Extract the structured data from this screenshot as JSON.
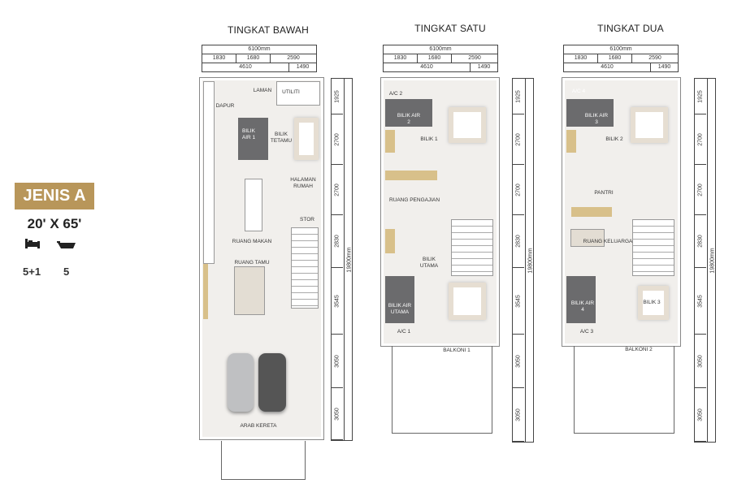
{
  "legend": {
    "type_label": "JENIS A",
    "size": "20' X 65'",
    "bedrooms": "5+1",
    "bathrooms": "5",
    "bed_icon": "bed-icon",
    "bath_icon": "bathtub-icon",
    "badge_color": "#b8965a"
  },
  "dims": {
    "total_width": "6100mm",
    "row2": [
      "1830",
      "1680",
      "2590"
    ],
    "row3": [
      "4610",
      "1490"
    ],
    "vertical": [
      "1925",
      "2700",
      "2700",
      "2830",
      "3545",
      "3050",
      "3050"
    ],
    "total_length": "19800mm"
  },
  "plans": [
    {
      "title": "TINGKAT BAWAH",
      "rooms": [
        "LAMAN",
        "UTILITI",
        "DAPUR",
        "BILIK\nAIR 1",
        "BILIK\nTETAMU",
        "HALAMAN\nRUMAH",
        "STOR",
        "RUANG MAKAN",
        "RUANG TAMU",
        "ARAB KERETA"
      ]
    },
    {
      "title": "TINGKAT SATU",
      "rooms": [
        "A/C 2",
        "BILIK AIR\n2",
        "BILIK 1",
        "RUANG PENGAJIAN",
        "BILIK\nUTAMA",
        "BILIK AIR\nUTAMA",
        "A/C 1",
        "BALKONI 1"
      ]
    },
    {
      "title": "TINGKAT DUA",
      "rooms": [
        "A/C 4",
        "BILIK AIR\n3",
        "BILIK 2",
        "PANTRI",
        "RUANG KELUARGA",
        "BILIK AIR\n4",
        "BILIK 3",
        "A/C 3",
        "BALKONI 2"
      ]
    }
  ]
}
